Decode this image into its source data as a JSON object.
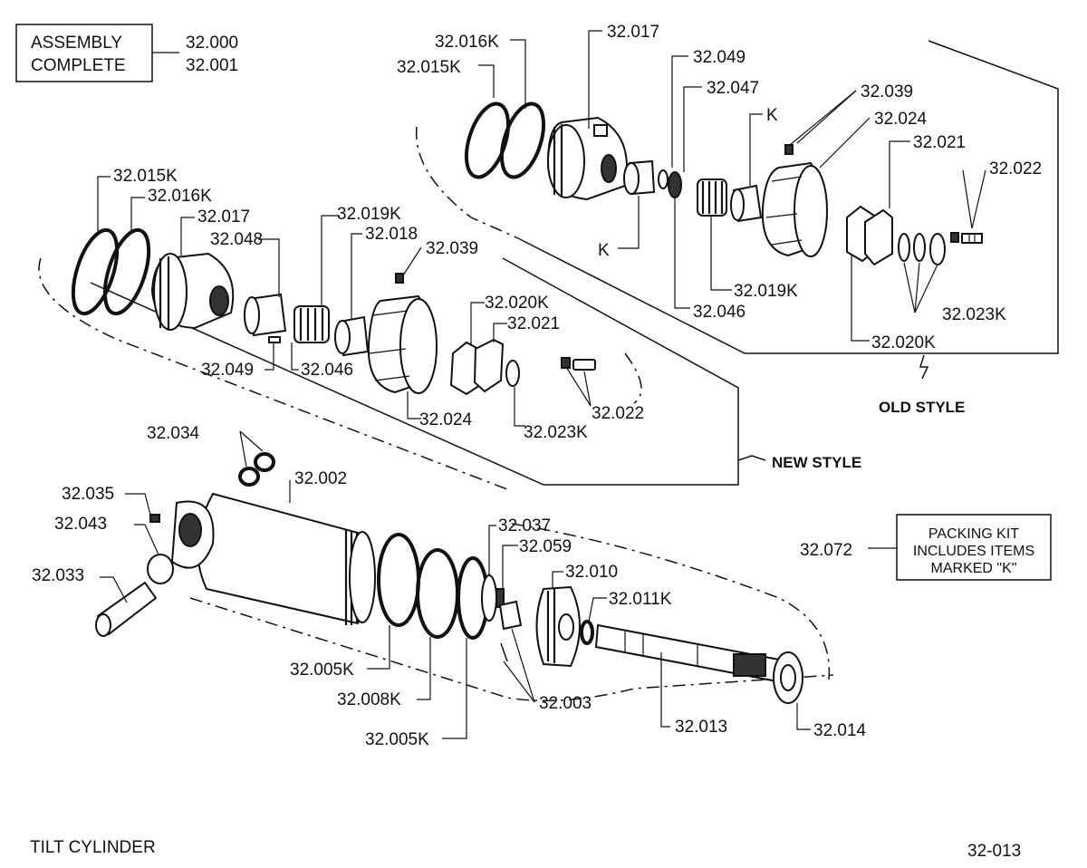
{
  "title": "TILT CYLINDER",
  "page_code": "32-013",
  "assembly_box": {
    "line1": "ASSEMBLY",
    "line2": "COMPLETE",
    "ref1": "32.000",
    "ref2": "32.001"
  },
  "kit_box": {
    "ref": "32.072",
    "line1": "PACKING KIT",
    "line2": "INCLUDES ITEMS",
    "line3": "MARKED \"K\""
  },
  "style_labels": {
    "old": "OLD STYLE",
    "new": "NEW STYLE"
  },
  "labels": {
    "old_016k": "32.016K",
    "old_015k": "32.015K",
    "old_017": "32.017",
    "old_049": "32.049",
    "old_047": "32.047",
    "old_k_top": "K",
    "old_039": "32.039",
    "old_024": "32.024",
    "old_021": "32.021",
    "old_022": "32.022",
    "old_k_left": "K",
    "old_019k": "32.019K",
    "old_046": "32.046",
    "old_023k": "32.023K",
    "old_020k": "32.020K",
    "new_015k": "32.015K",
    "new_016k": "32.016K",
    "new_017": "32.017",
    "new_048": "32.048",
    "new_019k": "32.019K",
    "new_018": "32.018",
    "new_039": "32.039",
    "new_020k": "32.020K",
    "new_021": "32.021",
    "new_049": "32.049",
    "new_046": "32.046",
    "new_024": "32.024",
    "new_022": "32.022",
    "new_023k": "32.023K",
    "p034": "32.034",
    "p002": "32.002",
    "p035": "32.035",
    "p043": "32.043",
    "p033": "32.033",
    "p037": "32.037",
    "p059": "32.059",
    "p010": "32.010",
    "p011k": "32.011K",
    "p005k_a": "32.005K",
    "p008k": "32.008K",
    "p005k_b": "32.005K",
    "p003": "32.003",
    "p013": "32.013",
    "p014": "32.014"
  }
}
